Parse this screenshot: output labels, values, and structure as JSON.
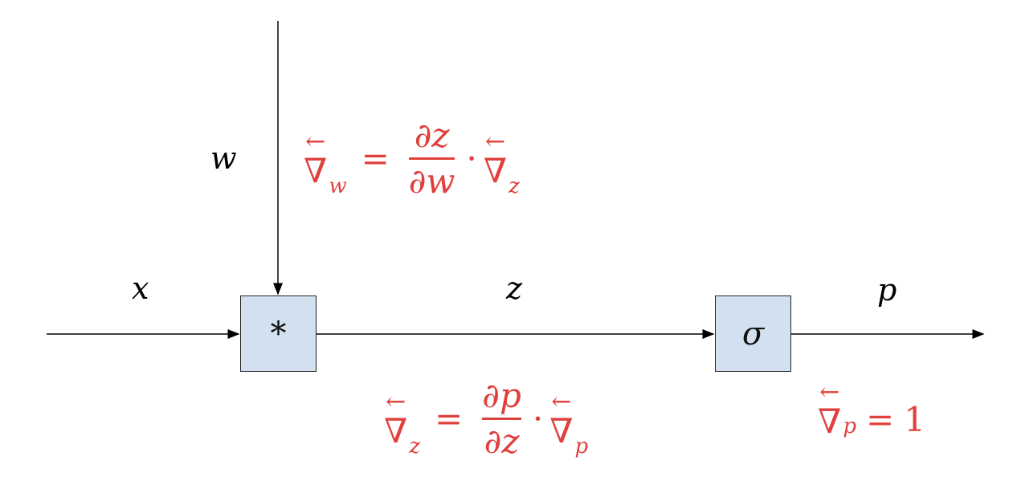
{
  "colors": {
    "gradient_text": "#e0403c",
    "node_fill": "#d3e0f0",
    "edge": "#000000"
  },
  "nodes": {
    "multiply": "*",
    "sigmoid": "σ"
  },
  "edge_labels": {
    "w": "w",
    "x": "x",
    "z": "z",
    "p": "p"
  },
  "formulas": {
    "grad_w": {
      "arrow": "←",
      "nabla": "∇",
      "sub": "w",
      "eq": "=",
      "num": "∂z",
      "den": "∂w",
      "dot": "·",
      "rhs_arrow": "←",
      "rhs_nabla": "∇",
      "rhs_sub": "z"
    },
    "grad_z": {
      "arrow": "←",
      "nabla": "∇",
      "sub": "z",
      "eq": "=",
      "num": "∂p",
      "den": "∂z",
      "dot": "·",
      "rhs_arrow": "←",
      "rhs_nabla": "∇",
      "rhs_sub": "p"
    },
    "grad_p": {
      "arrow": "←",
      "nabla": "∇",
      "sub": "p",
      "eq": "=",
      "value": "1"
    }
  }
}
